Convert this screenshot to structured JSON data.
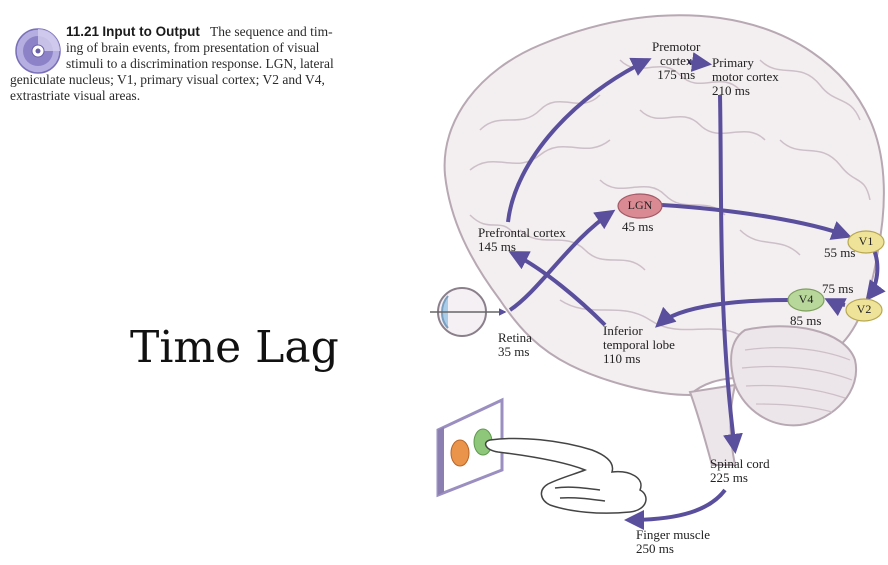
{
  "caption": {
    "figure_number": "11.21",
    "figure_title": "Input to Output",
    "text_line1": "The sequence and tim-",
    "text_line2": "ing of brain events, from presentation of visual",
    "text_line3": "stimuli to a discrimination response. LGN, lateral",
    "text_line4": "geniculate nucleus; V1, primary visual cortex; V2 and V4,",
    "text_line5": "extrastriate visual areas."
  },
  "slide_title": "Time Lag",
  "regions": {
    "retina": {
      "name": "Retina",
      "time": "35 ms"
    },
    "lgn": {
      "name": "LGN",
      "time": "45 ms"
    },
    "v1": {
      "name": "V1",
      "time": "55 ms"
    },
    "v2": {
      "name": "V2",
      "time": "75 ms"
    },
    "v4": {
      "name": "V4",
      "time": "85 ms"
    },
    "inferior_temporal": {
      "name_line1": "Inferior",
      "name_line2": "temporal lobe",
      "time": "110 ms"
    },
    "prefrontal": {
      "name": "Prefrontal cortex",
      "time": "145 ms"
    },
    "premotor": {
      "name_line1": "Premotor",
      "name_line2": "cortex",
      "time": "175 ms"
    },
    "primary_motor": {
      "name_line1": "Primary",
      "name_line2": "motor cortex",
      "time": "210 ms"
    },
    "spinal_cord": {
      "name": "Spinal cord",
      "time": "225 ms"
    },
    "finger_muscle": {
      "name": "Finger muscle",
      "time": "250 ms"
    }
  },
  "colors": {
    "arrow": "#5a4f9c",
    "lgn_fill": "#d98a93",
    "v1_fill": "#efe39a",
    "v2_fill": "#efe39a",
    "v4_fill": "#b8d79a",
    "brain_fill": "#f3eef0",
    "brain_line": "#b8a8b2",
    "button_orange": "#e9944a",
    "button_green": "#8fc77a",
    "panel": "#9a8fc0"
  }
}
